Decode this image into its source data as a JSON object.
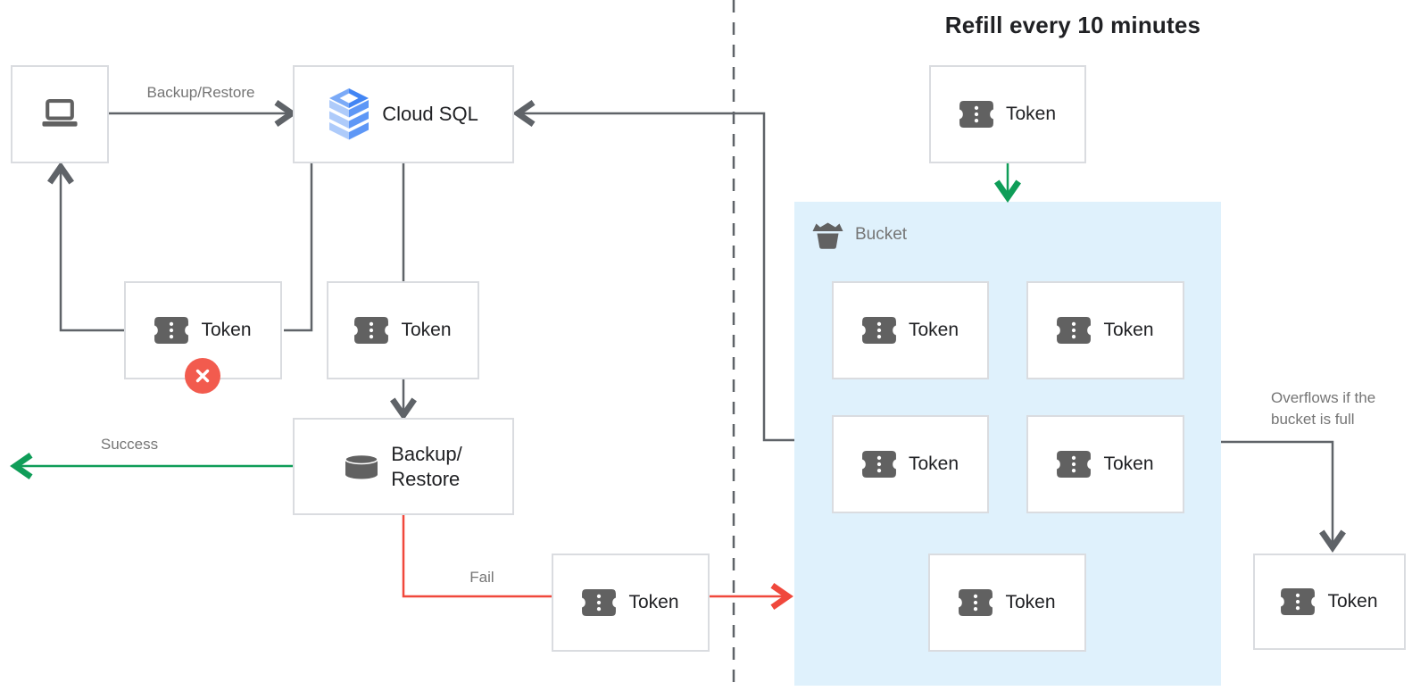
{
  "diagram": {
    "title": "Refill every 10 minutes",
    "nodes": {
      "cloud_sql": "Cloud SQL",
      "backup_restore": "Backup/\nRestore",
      "token": "Token",
      "bucket": "Bucket"
    },
    "edge_labels": {
      "backup_restore_request": "Backup/Restore",
      "success": "Success",
      "fail": "Fail",
      "overflow_note": "Overflows if the\nbucket is full"
    },
    "icons": {
      "laptop-icon": "laptop computer glyph",
      "cloud-sql-icon": "isometric stacked database (Cloud SQL logo)",
      "token-icon": "ticket/voucher shape with three dots",
      "database-icon": "gray cylinder",
      "bucket-icon": "gray bucket with brim",
      "error-icon": "white X in red circle"
    },
    "colors": {
      "line": "#5f6368",
      "green": "#0f9d58",
      "red": "#f0483c",
      "badge": "#f25b4e",
      "bucket_fill": "#dff1fc",
      "box_border": "#dadce0",
      "text": "#202124",
      "muted_text": "#757575",
      "icon_gray": "#616161",
      "sql_light": "#aecbfa",
      "sql_mid": "#5e97f6",
      "sql_ring": "#7baaf7",
      "sql_dark": "#4285f4"
    }
  }
}
